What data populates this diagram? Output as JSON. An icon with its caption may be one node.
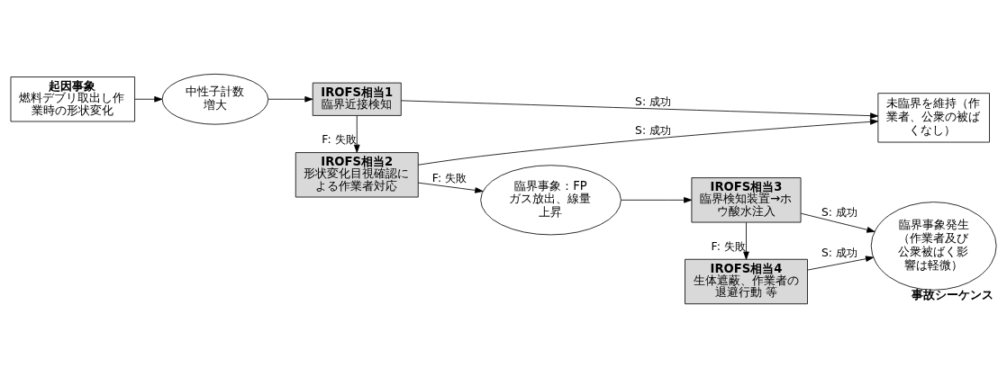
{
  "diagram": {
    "nodes": [
      {
        "text": [
          "起因事象",
          "燃料デブリ取出し作業時の形状変化"
        ]
      },
      {
        "text": [
          "中性子計数増大"
        ]
      },
      {
        "text": [
          "IROFS相当1",
          "臨界近接検知"
        ]
      },
      {
        "text": [
          "未臨界を維持（作業者、公衆の被ばくなし）"
        ]
      },
      {
        "text": [
          "IROFS相当2",
          "形状変化目視確認による作業者対応"
        ]
      },
      {
        "text": [
          "臨界事象：FPガス放出、線量上昇"
        ]
      },
      {
        "text": [
          "IROFS相当3",
          "臨界検知装置→ホウ酸水注入"
        ]
      },
      {
        "text": [
          "臨界事象発生（作業者及び公衆被ばく影響は軽微）"
        ],
        "beside": [
          "事故シーケンス"
        ]
      },
      {
        "text": [
          "IROFS相当4",
          "生体遮蔽、作業者の退避行動 等"
        ]
      }
    ],
    "edges": [
      {
        "from": 0,
        "to": 1,
        "arrow": "to"
      },
      {
        "from": 1,
        "to": 2,
        "arrow": "to"
      },
      {
        "from": 2,
        "to": 3,
        "arrow": "to",
        "label": "S: 成功"
      },
      {
        "from": 2,
        "to": 4,
        "arrow": "to",
        "label": "F: 失敗"
      },
      {
        "from": 4,
        "to": 3,
        "arrow": "to",
        "label": "S: 成功"
      },
      {
        "from": 4,
        "to": 5,
        "arrow": "to",
        "label": "F: 失敗"
      },
      {
        "from": 5,
        "to": 6,
        "arrow": "to"
      },
      {
        "from": 6,
        "to": 7,
        "arrow": "to",
        "label": "S: 成功"
      },
      {
        "from": 6,
        "to": 8,
        "arrow": "to",
        "label": "F: 失敗"
      },
      {
        "from": 8,
        "to": 7,
        "arrow": "to",
        "label": "S: 成功"
      }
    ]
  }
}
